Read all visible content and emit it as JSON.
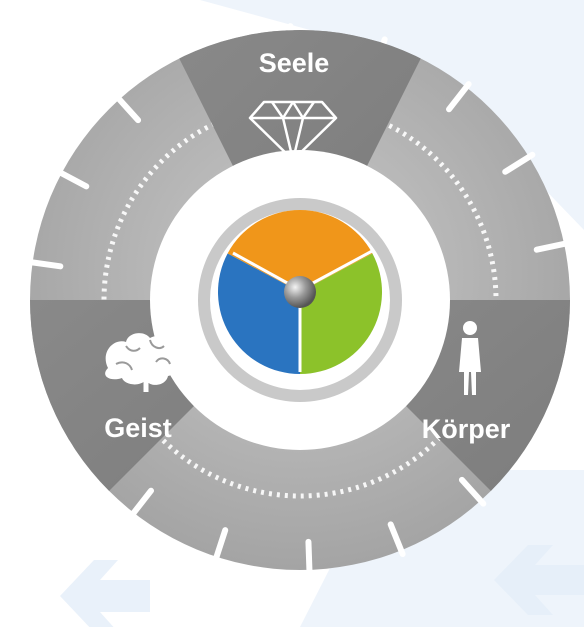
{
  "diagram": {
    "segments": [
      {
        "id": "seele",
        "label": "Seele",
        "icon": "diamond-icon"
      },
      {
        "id": "koerper",
        "label": "Körper",
        "icon": "human-figure-icon"
      },
      {
        "id": "geist",
        "label": "Geist",
        "icon": "brain-icon"
      }
    ],
    "center": {
      "colors": {
        "top": "#f0961a",
        "right": "#8cc22a",
        "left": "#2a74c0"
      },
      "hub": "sphere-icon"
    },
    "background_arrows": [
      "arrow-left-icon",
      "arrow-left-icon"
    ]
  }
}
